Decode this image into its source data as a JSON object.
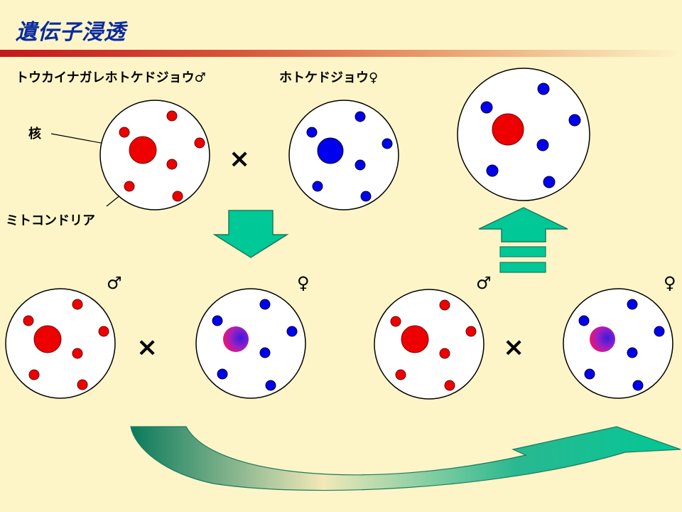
{
  "slide": {
    "title": "遺伝子浸透"
  },
  "labels": {
    "male_species": "トウカイナガレホトケドジョウ♂",
    "female_species": "ホトケドジョウ♀",
    "nucleus": "核",
    "mitochondria": "ミトコンドリア"
  },
  "symbols": {
    "male": "♂",
    "female": "♀",
    "cross": "×"
  },
  "colors": {
    "background": "#fdf5c8",
    "title": "#0a2aa0",
    "title_bar": "#c4161c",
    "red_mito": "#e00000",
    "blue_mito": "#0000ee",
    "arrow_fill": "#00c896",
    "arrow_stroke": "#1a7a5e"
  }
}
